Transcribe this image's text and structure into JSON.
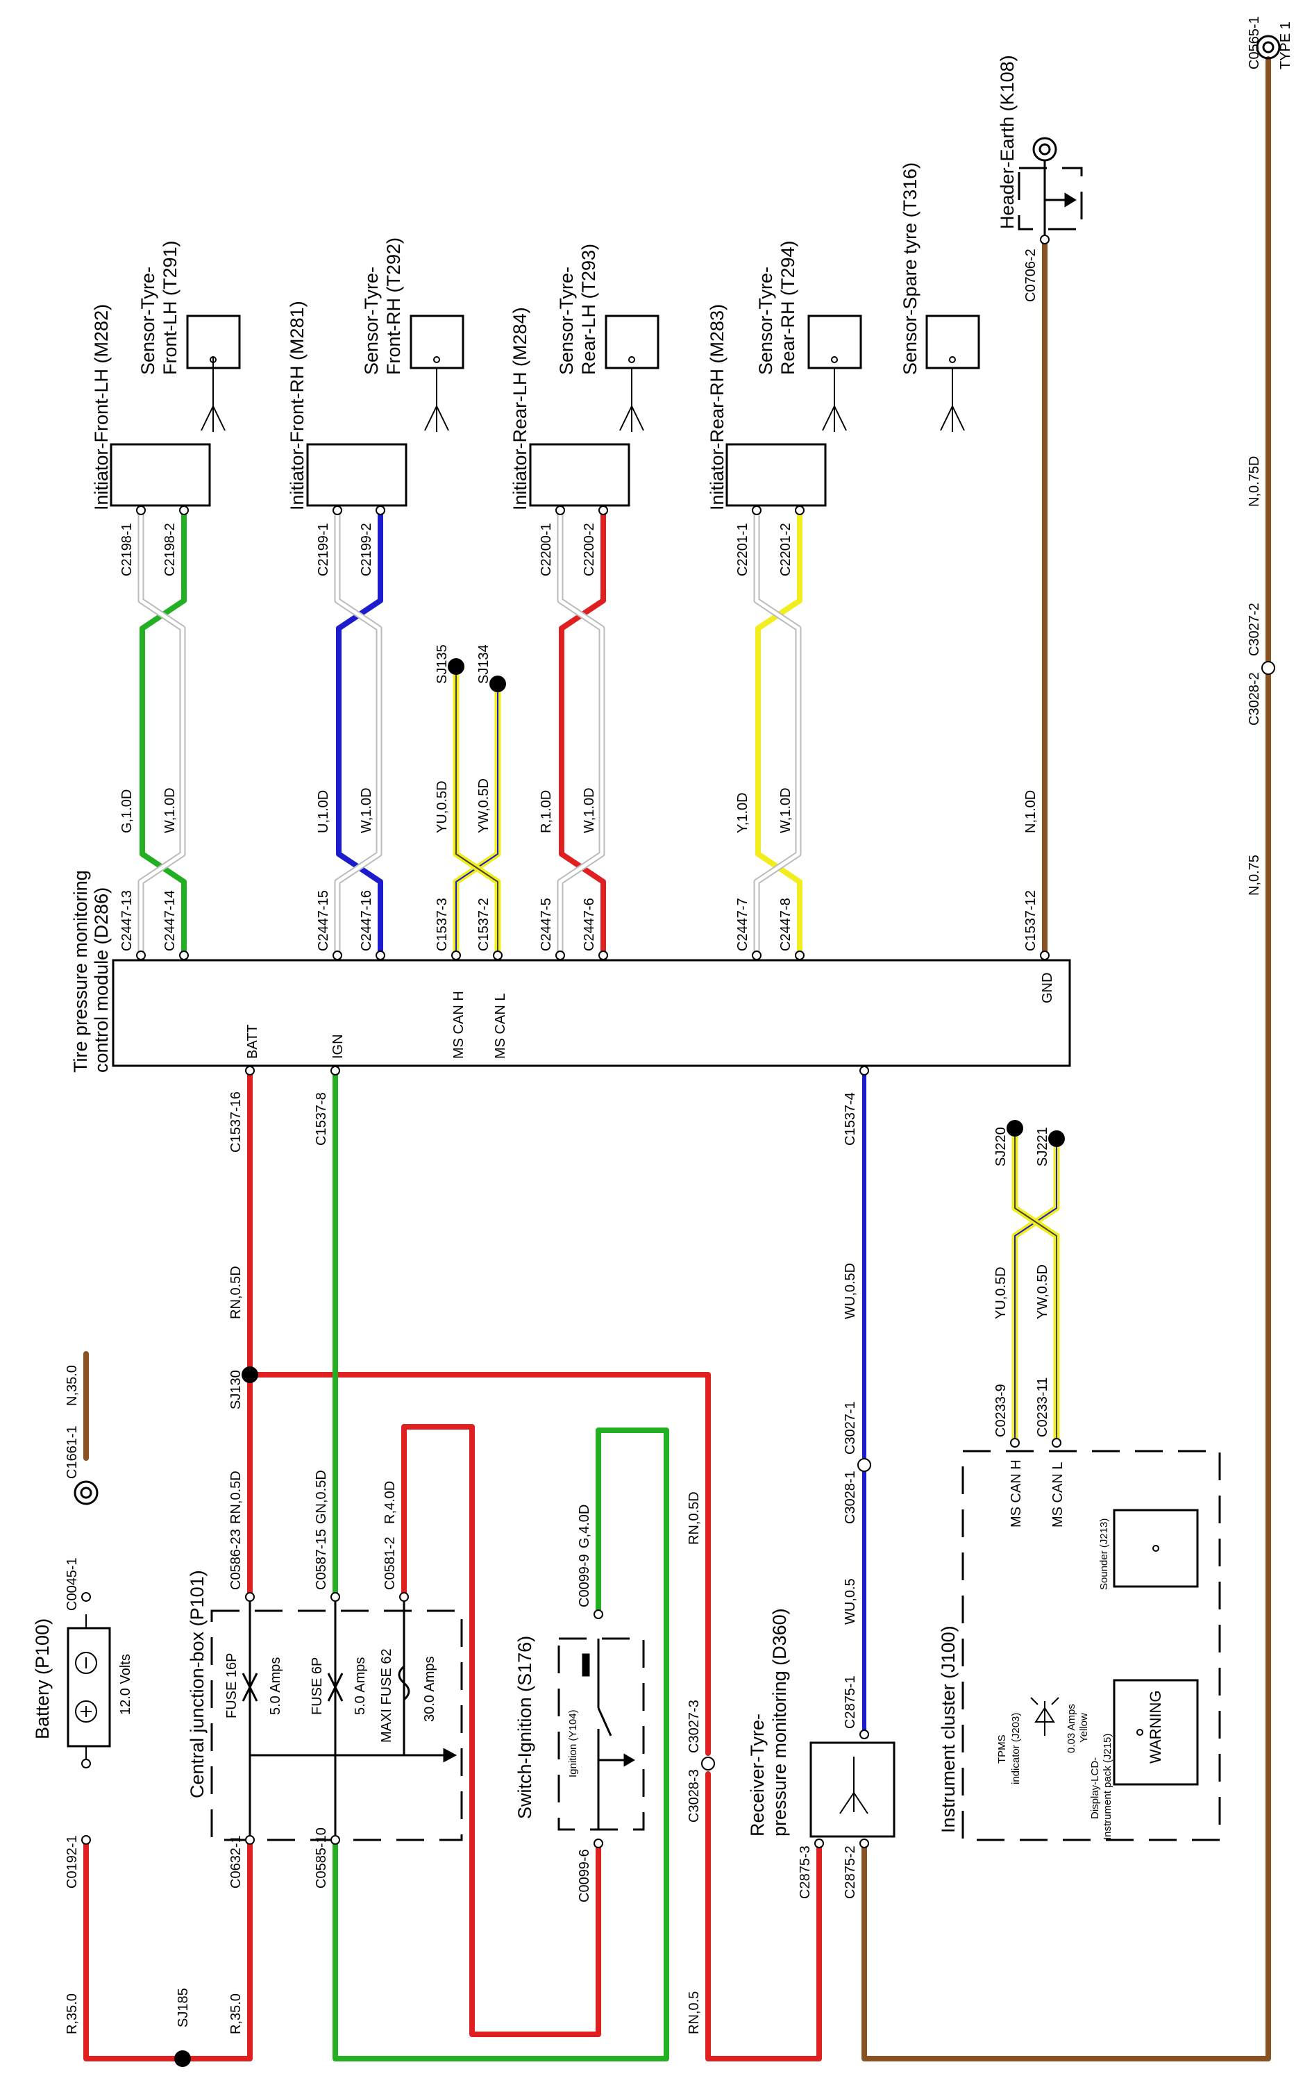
{
  "colors": {
    "red": "#e02020",
    "green": "#22b022",
    "blue": "#1c1ccc",
    "yellow": "#f2ee1e",
    "brown": "#8b5221",
    "white_wire": "#d8d8d8",
    "black": "#000000"
  },
  "components": {
    "battery": {
      "name": "Battery (P100)",
      "rating": "12.0 Volts"
    },
    "cjb": {
      "name": "Central junction-box (P101)",
      "fuses": [
        {
          "name": "FUSE 16P",
          "rating": "5.0 Amps"
        },
        {
          "name": "FUSE 6P",
          "rating": "5.0 Amps"
        },
        {
          "name": "MAXI FUSE 62",
          "rating": "30.0 Amps"
        }
      ]
    },
    "ignition_switch": {
      "name": "Switch-Ignition (S176)",
      "contact": "Ignition (Y104)"
    },
    "receiver": {
      "name": "Receiver-Tyre-pressure monitoring (D360)"
    },
    "cluster": {
      "name": "Instrument cluster (J100)",
      "tpms": "TPMS indicator (J203)",
      "tpms_rating": "0.03 Amps",
      "tpms_color": "Yellow",
      "display": "Display-LCD-Instrument pack (J215)",
      "warning": "WARNING",
      "sounder": "Sounder (J213)",
      "can_h": "MS CAN H",
      "can_l": "MS CAN L"
    },
    "module": {
      "name": "Tire pressure monitoring control module (D286)",
      "batt": "BATT",
      "ign": "IGN",
      "can_h": "MS CAN H",
      "can_l": "MS CAN L",
      "gnd": "GND"
    },
    "initiators": [
      "Initiator-Front-LH (M282)",
      "Initiator-Front-RH (M281)",
      "Initiator-Rear-LH (M284)",
      "Initiator-Rear-RH (M283)"
    ],
    "sensors": [
      {
        "l1": "Sensor-Tyre-",
        "l2": "Front-LH (T291)"
      },
      {
        "l1": "Sensor-Tyre-",
        "l2": "Front-RH (T292)"
      },
      {
        "l1": "Sensor-Tyre-",
        "l2": "Rear-LH (T293)"
      },
      {
        "l1": "Sensor-Tyre-",
        "l2": "Rear-RH (T294)"
      },
      {
        "l1": "Sensor-Spare tyre (T316)",
        "l2": ""
      }
    ],
    "earth": {
      "name": "Header-Earth (K108)"
    }
  },
  "connectors": {
    "c0192_1": "C0192-1",
    "c0045_1": "C0045-1",
    "c1661_1": "C1661-1",
    "c0632_1": "C0632-1",
    "c0586_23": "C0586-23",
    "c0585_10": "C0585-10",
    "c0587_15": "C0587-15",
    "c0581_2": "C0581-2",
    "c0099_6": "C0099-6",
    "c0099_9": "C0099-9",
    "c2875_3": "C2875-3",
    "c2875_2": "C2875-2",
    "c2875_1": "C2875-1",
    "c3028_3": "C3028-3",
    "c3027_3": "C3027-3",
    "c3028_1": "C3028-1",
    "c3027_1": "C3027-1",
    "c3028_2": "C3028-2",
    "c3027_2": "C3027-2",
    "c1537_16": "C1537-16",
    "c1537_8": "C1537-8",
    "c1537_4": "C1537-4",
    "c1537_3": "C1537-3",
    "c1537_2": "C1537-2",
    "c1537_12": "C1537-12",
    "c2447_13": "C2447-13",
    "c2447_14": "C2447-14",
    "c2447_15": "C2447-15",
    "c2447_16": "C2447-16",
    "c2447_5": "C2447-5",
    "c2447_6": "C2447-6",
    "c2447_7": "C2447-7",
    "c2447_8": "C2447-8",
    "c2198_1": "C2198-1",
    "c2198_2": "C2198-2",
    "c2199_1": "C2199-1",
    "c2199_2": "C2199-2",
    "c2200_1": "C2200-1",
    "c2200_2": "C2200-2",
    "c2201_1": "C2201-1",
    "c2201_2": "C2201-2",
    "c0233_9": "C0233-9",
    "c0233_11": "C0233-11",
    "c0706_2": "C0706-2",
    "c0565_1": "C0565-1",
    "type1": "TYPE 1"
  },
  "splices": {
    "sj185": "SJ185",
    "sj130": "SJ130",
    "sj135": "SJ135",
    "sj134": "SJ134",
    "sj220": "SJ220",
    "sj221": "SJ221"
  },
  "wires": {
    "r35_a": "R,35.0",
    "r35_b": "R,35.0",
    "n35": "N,35.0",
    "rn05d_a": "RN,0.5D",
    "rn05d_b": "RN,0.5D",
    "rn05d_c": "RN,0.5D",
    "rn05": "RN,0.5",
    "gn05d_a": "GN,0.5D",
    "r40d": "R,4.0D",
    "g40d": "G,4.0D",
    "wu05": "WU,0.5",
    "wu05d": "WU,0.5D",
    "yu05d_a": "YU,0.5D",
    "yw05d_a": "YW,0.5D",
    "yu05d_b": "YU,0.5D",
    "yw05d_b": "YW,0.5D",
    "g10d": "G,1.0D",
    "w10d_a": "W,1.0D",
    "u10d": "U,1.0D",
    "w10d_b": "W,1.0D",
    "r10d": "R,1.0D",
    "w10d_c": "W,1.0D",
    "y10d": "Y,1.0D",
    "w10d_d": "W,1.0D",
    "n10d": "N,1.0D",
    "n075": "N,0.75",
    "n075d": "N,0.75D"
  }
}
